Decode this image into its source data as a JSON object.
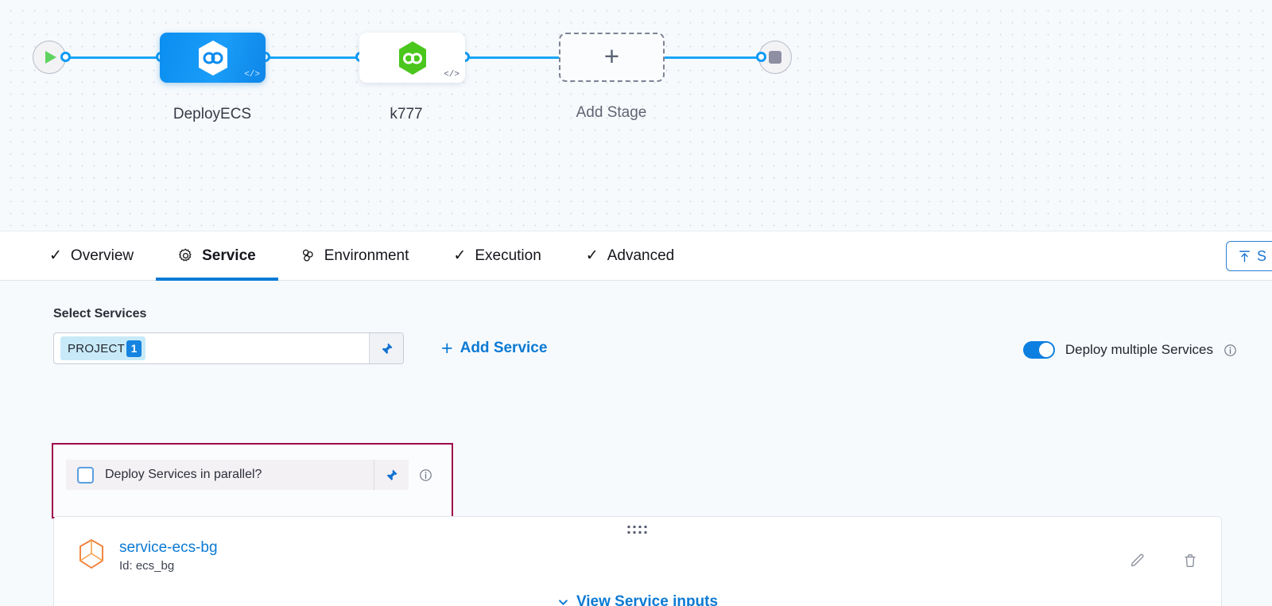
{
  "pipeline": {
    "start_node": {
      "icon": "play-icon",
      "label": ""
    },
    "end_node": {
      "icon": "stop-icon",
      "label": ""
    },
    "stages": [
      {
        "name": "DeployECS",
        "selected": true,
        "icon": "harness-hexagon-icon",
        "code_tag": "</>"
      },
      {
        "name": "k777",
        "selected": false,
        "icon": "harness-hexagon-green-icon",
        "code_tag": "</>"
      }
    ],
    "add_stage": {
      "label": "Add Stage",
      "icon": "plus-icon"
    }
  },
  "tabs": [
    {
      "label": "Overview",
      "icon": "check-icon",
      "active": false
    },
    {
      "label": "Service",
      "icon": "gear-icon",
      "active": true
    },
    {
      "label": "Environment",
      "icon": "environment-icon",
      "active": false
    },
    {
      "label": "Execution",
      "icon": "check-icon",
      "active": false
    },
    {
      "label": "Advanced",
      "icon": "check-icon",
      "active": false
    }
  ],
  "toolbar": {
    "save_button_label": "S",
    "save_button_icon": "save-template-icon"
  },
  "service_section": {
    "title": "Select Services",
    "services_input": {
      "chip_label": "PROJECT",
      "chip_count": "1",
      "pin_icon": "pin-icon"
    },
    "add_service_label": "Add Service",
    "deploy_multiple": {
      "label": "Deploy multiple Services",
      "enabled": true,
      "info_icon": "info-icon"
    },
    "parallel": {
      "label": "Deploy Services in parallel?",
      "checked": false,
      "pin_icon": "pin-icon",
      "info_icon": "info-icon",
      "highlight_color": "#9e0b4c"
    },
    "service_card": {
      "drag_handle_icon": "drag-handle-icon",
      "service_icon": "cube-icon",
      "name": "service-ecs-bg",
      "id_text": "Id: ecs_bg",
      "edit_icon": "pencil-icon",
      "delete_icon": "trash-icon",
      "view_inputs_label": "View Service inputs",
      "view_inputs_icon": "chevron-down-icon"
    }
  },
  "colors": {
    "accent_blue": "#0b7ad4",
    "wire_blue": "#1ba5f8",
    "selected_stage": "#0f90f2",
    "green_hexagon": "#4ac61c",
    "highlight_magenta": "#9e0b4c",
    "canvas_bg": "#f6fafd"
  }
}
